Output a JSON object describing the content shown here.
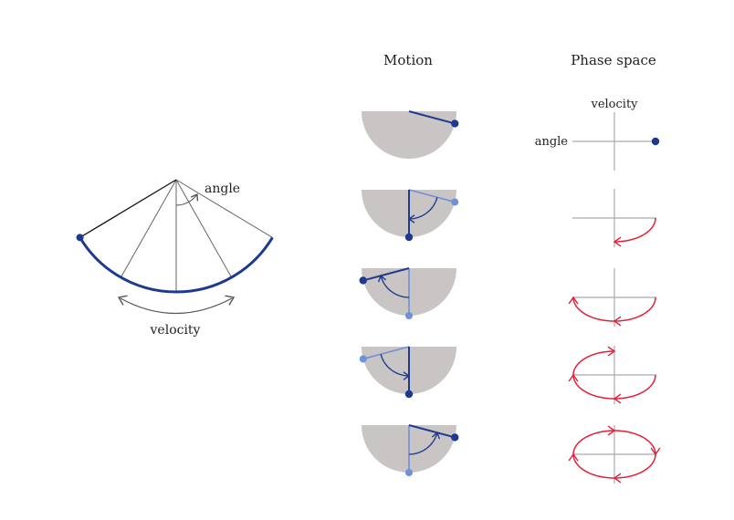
{
  "left_diagram": {
    "angle_label": "angle",
    "velocity_label": "velocity",
    "amplitude_deg": 59
  },
  "motion": {
    "title": "Motion",
    "frames": [
      {
        "current_angle_deg": 75,
        "previous_angle_deg": null
      },
      {
        "current_angle_deg": 0,
        "previous_angle_deg": 75
      },
      {
        "current_angle_deg": -75,
        "previous_angle_deg": 0
      },
      {
        "current_angle_deg": 0,
        "previous_angle_deg": -75
      },
      {
        "current_angle_deg": 75,
        "previous_angle_deg": 0
      }
    ]
  },
  "phase_space": {
    "title": "Phase space",
    "x_axis_label": "angle",
    "y_axis_label": "velocity",
    "frames": [
      {
        "quarter_turns": 0
      },
      {
        "quarter_turns": 1
      },
      {
        "quarter_turns": 2
      },
      {
        "quarter_turns": 3
      },
      {
        "quarter_turns": 4
      }
    ]
  },
  "colors": {
    "bob": "#1d3a8f",
    "bob_faded": "#7090d8",
    "disc": "#c9c5c4",
    "trajectory": "#e41f3a",
    "axis": "#aaaaaa",
    "guide": "#555555"
  }
}
